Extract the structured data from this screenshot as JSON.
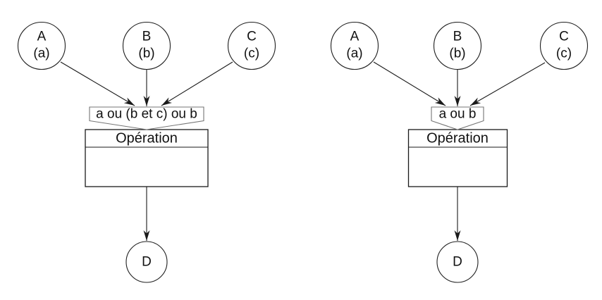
{
  "colors": {
    "stroke": "#1a1a1a",
    "sync_box_stroke": "#757575",
    "background": "#ffffff"
  },
  "diagrams": [
    {
      "side": "left",
      "inputs": [
        {
          "name": "A",
          "capacity": "(a)"
        },
        {
          "name": "B",
          "capacity": "(b)"
        },
        {
          "name": "C",
          "capacity": "(c)"
        }
      ],
      "sync_condition": "a ou (b et c) ou b",
      "operation_label": "Opération",
      "output": "D"
    },
    {
      "side": "right",
      "inputs": [
        {
          "name": "A",
          "capacity": "(a)"
        },
        {
          "name": "B",
          "capacity": "(b)"
        },
        {
          "name": "C",
          "capacity": "(c)"
        }
      ],
      "sync_condition": "a ou b",
      "operation_label": "Opération",
      "output": "D"
    }
  ]
}
